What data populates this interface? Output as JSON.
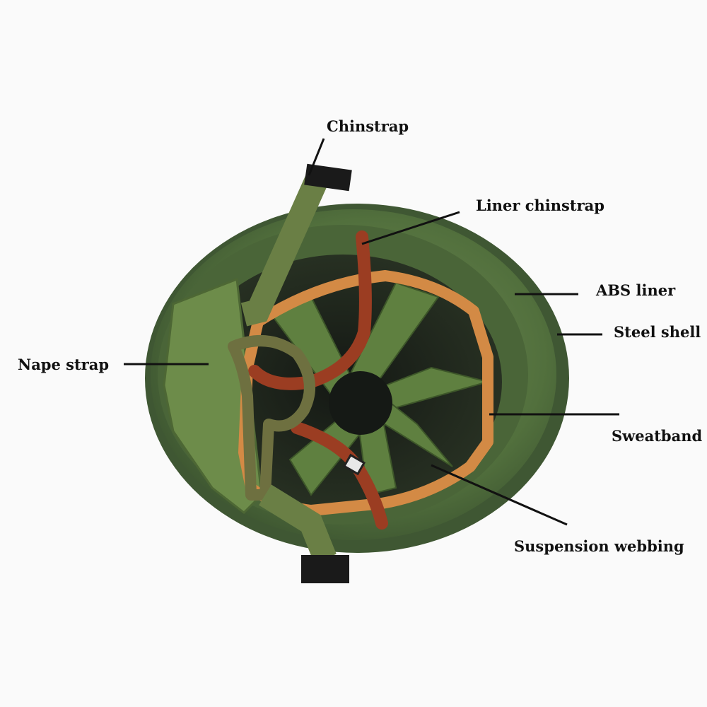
{
  "labels": {
    "chinstrap": "Chinstrap",
    "liner_chinstrap": "Liner chinstrap",
    "abs_liner": "ABS liner",
    "steel_shell": "Steel shell",
    "nape_strap": "Nape strap",
    "sweatband": "Sweatband",
    "suspension_webbing": "Suspension webbing"
  },
  "colors": {
    "shell": "#4f6a3a",
    "liner": "#5d7a45",
    "webbing": "#61843f",
    "leather": "#9b3d22",
    "sweatband": "#d38a45",
    "buckle": "#1a1a1a",
    "leader": "#111111",
    "background": "#fafafa"
  }
}
